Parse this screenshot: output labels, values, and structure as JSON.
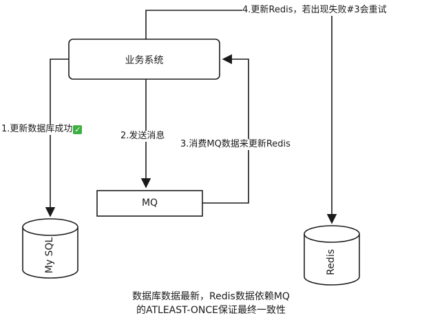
{
  "nodes": {
    "business_system": "业务系统",
    "mq": "MQ",
    "mysql": "My SQL",
    "redis": "Redis"
  },
  "edges": {
    "step1": "1.更新数据库成功",
    "step1_mark": "✓",
    "step2": "2.发送消息",
    "step3": "3.消费MQ数据来更新Redis",
    "step4": "4.更新Redis，若出现失败#3会重试"
  },
  "note": {
    "line1": "数据库数据最新，Redis数据依赖MQ",
    "line2": "的ATLEAST-ONCE保证最终一致性"
  },
  "colors": {
    "stroke": "#1a1a1a",
    "check_bg": "#3cb043"
  }
}
